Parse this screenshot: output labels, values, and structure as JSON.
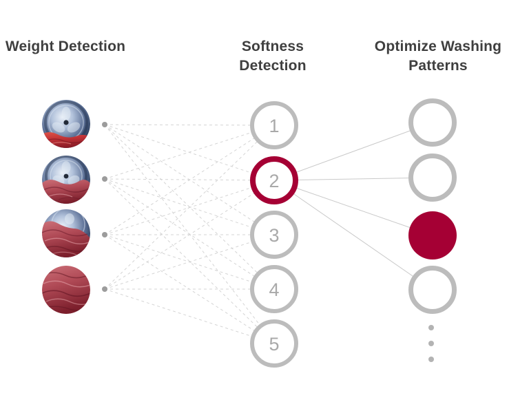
{
  "colors": {
    "accent": "#a50034",
    "ring_gray": "#bcbcbc",
    "header_text": "#3f3f3f",
    "number_gray": "#a9a9a9",
    "line_dashed": "#d4d4d4",
    "line_solid": "#c9c9c9",
    "dot_gray": "#9c9c9c",
    "dot_light": "#b3b3b3",
    "background": "#ffffff"
  },
  "columns": {
    "weight": {
      "title": "Weight Detection"
    },
    "softness": {
      "title": "Softness Detection"
    },
    "optimize": {
      "title": "Optimize Washing Patterns"
    }
  },
  "weight_nodes": [
    {
      "icon": "drum-photo-load-1",
      "load_level": 1
    },
    {
      "icon": "drum-photo-load-2",
      "load_level": 2
    },
    {
      "icon": "drum-photo-load-3",
      "load_level": 3
    },
    {
      "icon": "drum-photo-load-4",
      "load_level": 4
    }
  ],
  "softness_nodes": [
    {
      "label": "1",
      "highlighted": false
    },
    {
      "label": "2",
      "highlighted": true
    },
    {
      "label": "3",
      "highlighted": false
    },
    {
      "label": "4",
      "highlighted": false
    },
    {
      "label": "5",
      "highlighted": false
    }
  ],
  "optimize_nodes": [
    {
      "filled": false
    },
    {
      "filled": false
    },
    {
      "filled": true
    },
    {
      "filled": false
    }
  ],
  "more_indicator": {
    "dot_count": 3
  }
}
